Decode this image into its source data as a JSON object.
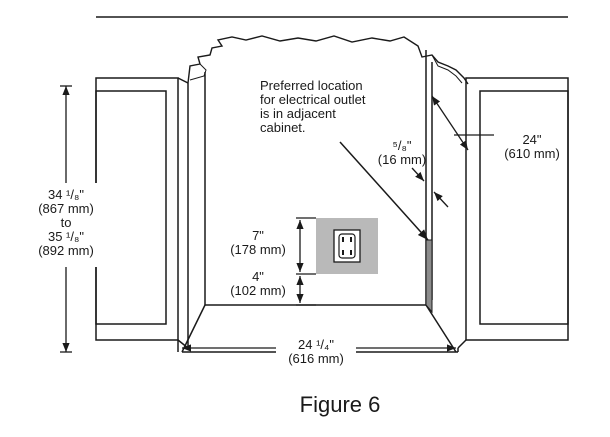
{
  "diagram": {
    "note": [
      "Preferred location",
      "for electrical outlet",
      "is in adjacent",
      "cabinet."
    ],
    "height_dim": [
      "34 ¹/₈\"",
      "(867 mm)",
      "to",
      "35 ¹/₈\"",
      "(892 mm)"
    ],
    "outlet_height": [
      "7\"",
      "(178 mm)"
    ],
    "floor_clearance": [
      "4\"",
      "(102 mm)"
    ],
    "panel_gap": [
      "⁵/₈\"",
      "(16 mm)"
    ],
    "cabinet_depth": [
      "24\"",
      "(610 mm)"
    ],
    "opening_width": [
      "24 ¹/₄\"",
      "(616 mm)"
    ]
  },
  "caption": "Figure 6"
}
